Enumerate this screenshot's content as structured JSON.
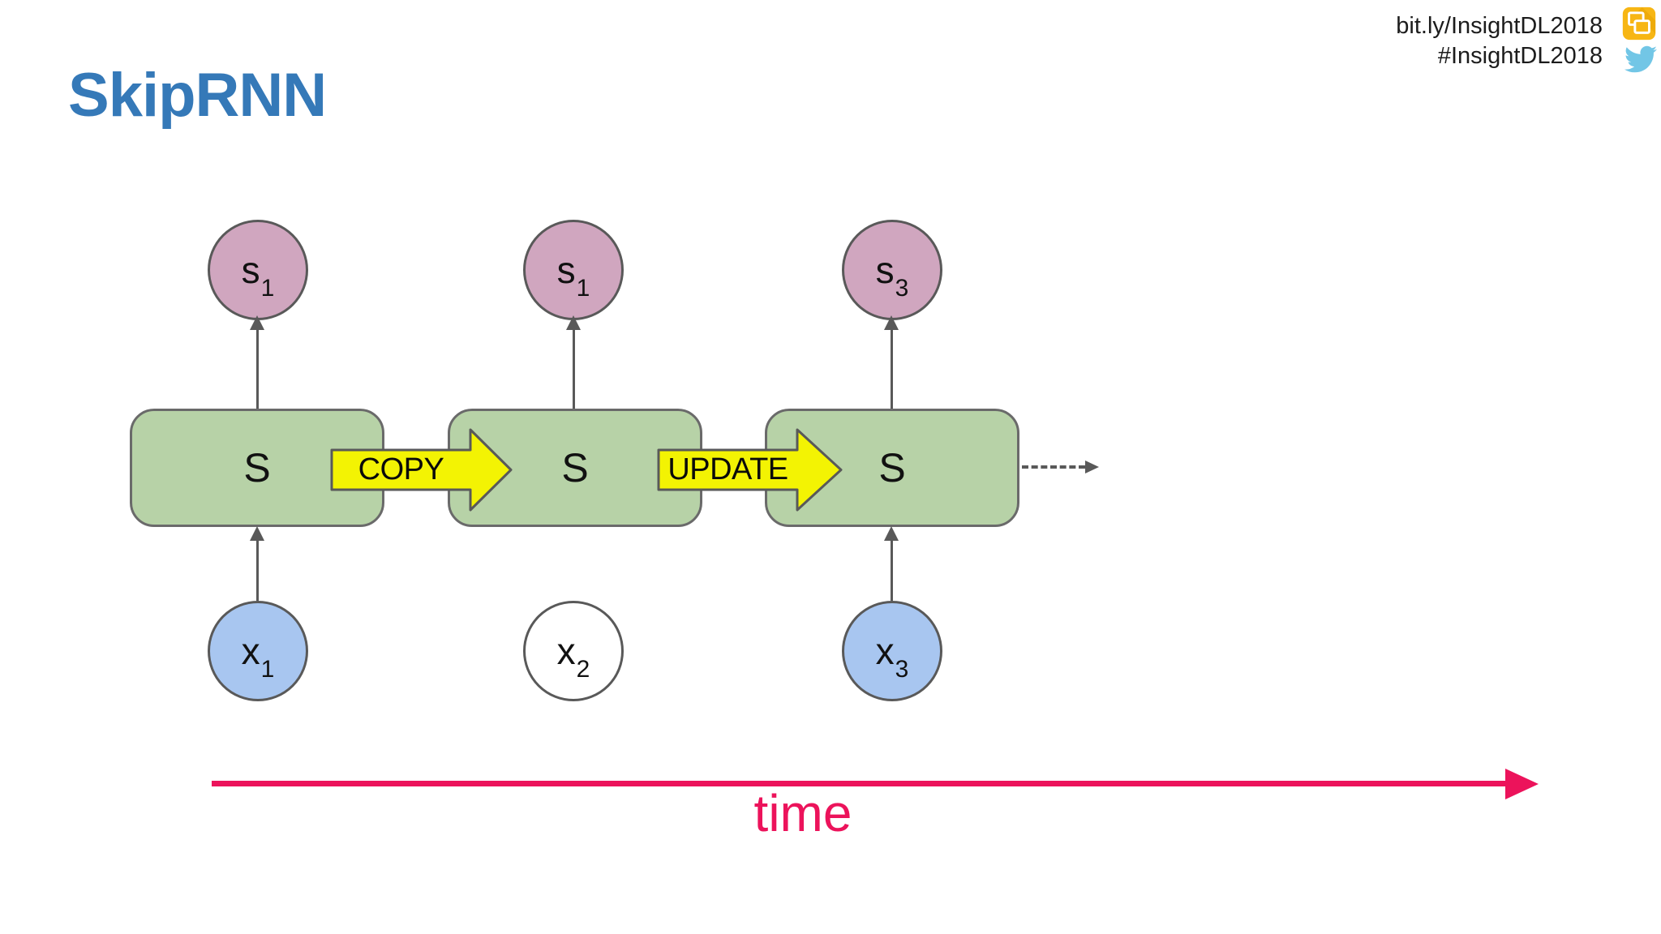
{
  "header": {
    "title": "SkipRNN",
    "link_url": "bit.ly/InsightDL2018",
    "hashtag": "#InsightDL2018",
    "icons": [
      "google-slides-icon",
      "twitter-icon"
    ]
  },
  "diagram": {
    "state_circles": [
      {
        "base": "s",
        "sub": "1"
      },
      {
        "base": "s",
        "sub": "1"
      },
      {
        "base": "s",
        "sub": "3"
      }
    ],
    "cells": [
      {
        "label": "S"
      },
      {
        "label": "S"
      },
      {
        "label": "S"
      }
    ],
    "transitions": [
      {
        "label": "COPY"
      },
      {
        "label": "UPDATE"
      }
    ],
    "input_circles": [
      {
        "base": "x",
        "sub": "1",
        "state": "used"
      },
      {
        "base": "x",
        "sub": "2",
        "state": "skipped"
      },
      {
        "base": "x",
        "sub": "3",
        "state": "used"
      }
    ],
    "time_axis": {
      "label": "time"
    }
  },
  "colors": {
    "title_blue": "#3579B8",
    "state_circle_fill": "#D0A6BF",
    "input_circle_fill": "#A8C6F0",
    "skipped_circle_fill": "#FFFFFF",
    "cell_fill": "#B7D2A7",
    "transition_arrow_fill": "#F3F303",
    "time_axis_pink": "#EC135B",
    "connector_gray": "#595959"
  }
}
